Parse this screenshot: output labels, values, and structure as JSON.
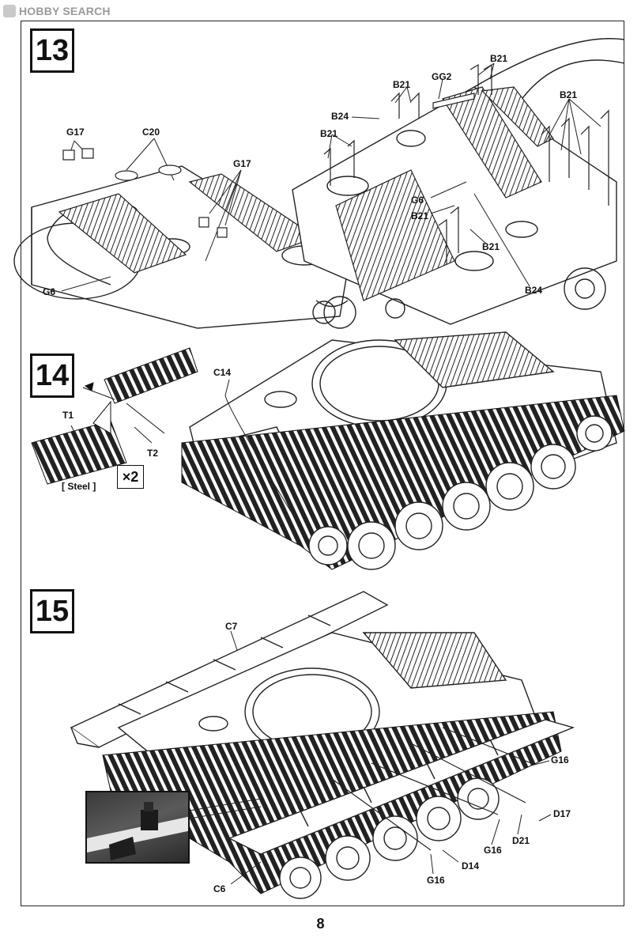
{
  "watermark": {
    "text": "HOBBY SEARCH"
  },
  "steps": [
    {
      "number": "13",
      "labels": {
        "G17_a": "G17",
        "C20": "C20",
        "G17_b": "G17",
        "G6_a": "G6",
        "B21_a": "B21",
        "GG2": "GG2",
        "B21_b": "B21",
        "B24_a": "B24",
        "B21_c": "B21",
        "B21_d": "B21",
        "G6_b": "G6",
        "B21_e": "B21",
        "B21_f": "B21",
        "B24_b": "B24"
      }
    },
    {
      "number": "14",
      "labels": {
        "C14": "C14",
        "T1": "T1",
        "T2": "T2"
      },
      "material": "[ Steel ]",
      "multiplier": "×2"
    },
    {
      "number": "15",
      "labels": {
        "C7": "C7",
        "G16_a": "G16",
        "D17": "D17",
        "D21": "D21",
        "G16_b": "G16",
        "D14": "D14",
        "G16_c": "G16",
        "C6": "C6"
      }
    }
  ],
  "page_number": "8"
}
